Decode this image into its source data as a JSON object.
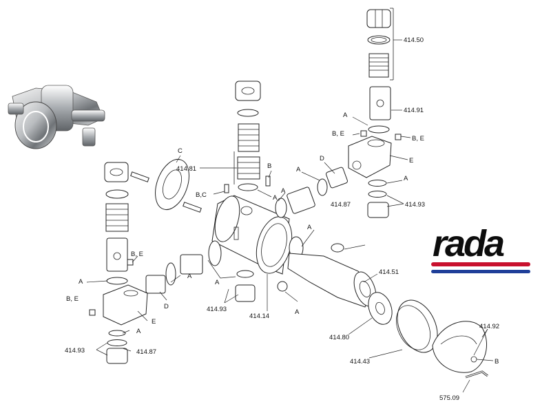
{
  "brand": {
    "logo_text": "rada",
    "stripe_colors": [
      "#c8102e",
      "#1f3f99"
    ]
  },
  "labels": [
    {
      "id": "l1",
      "text": "414.50"
    },
    {
      "id": "l2",
      "text": "414.91"
    },
    {
      "id": "l3",
      "text": "A"
    },
    {
      "id": "l4",
      "text": "B, E"
    },
    {
      "id": "l5",
      "text": "B, E"
    },
    {
      "id": "l6",
      "text": "E"
    },
    {
      "id": "l7",
      "text": "D"
    },
    {
      "id": "l8",
      "text": "A"
    },
    {
      "id": "l9",
      "text": "A"
    },
    {
      "id": "l10",
      "text": "414.87"
    },
    {
      "id": "l11",
      "text": "414.93"
    },
    {
      "id": "l12",
      "text": "C"
    },
    {
      "id": "l13",
      "text": "414.81"
    },
    {
      "id": "l14",
      "text": "B"
    },
    {
      "id": "l15",
      "text": "B,C"
    },
    {
      "id": "l16",
      "text": "A"
    },
    {
      "id": "l17",
      "text": "A"
    },
    {
      "id": "l18",
      "text": "A"
    },
    {
      "id": "l19",
      "text": "B, E"
    },
    {
      "id": "l20",
      "text": "A"
    },
    {
      "id": "l21",
      "text": "B, E"
    },
    {
      "id": "l22",
      "text": "A"
    },
    {
      "id": "l23",
      "text": "D"
    },
    {
      "id": "l24",
      "text": "E"
    },
    {
      "id": "l25",
      "text": "A"
    },
    {
      "id": "l26",
      "text": "414.93"
    },
    {
      "id": "l27",
      "text": "414.87"
    },
    {
      "id": "l28",
      "text": "A"
    },
    {
      "id": "l29",
      "text": "414.93"
    },
    {
      "id": "l30",
      "text": "414.14"
    },
    {
      "id": "l31",
      "text": "A"
    },
    {
      "id": "l32",
      "text": "414.51"
    },
    {
      "id": "l33",
      "text": "414.80"
    },
    {
      "id": "l34",
      "text": "414.43"
    },
    {
      "id": "l35",
      "text": "414.92"
    },
    {
      "id": "l36",
      "text": "B"
    },
    {
      "id": "l37",
      "text": "575.09"
    }
  ]
}
